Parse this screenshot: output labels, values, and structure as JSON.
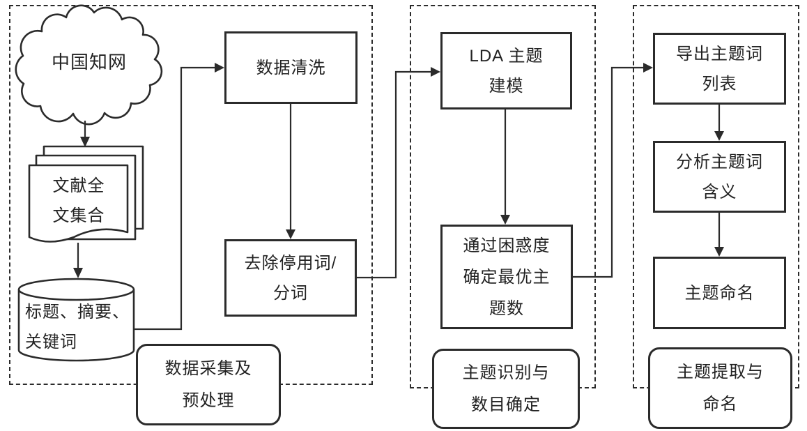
{
  "diagram": {
    "title_domain": "LDA topic modeling pipeline flowchart",
    "colors": {
      "stroke": "#2b2b2b",
      "background": "#ffffff"
    },
    "source_cloud": {
      "label": "中国知网"
    },
    "document_stack": {
      "lines": [
        "文献全",
        "文集合"
      ]
    },
    "database_cylinder": {
      "lines": [
        "标题、摘要、",
        "关键词"
      ]
    },
    "boxes": {
      "data_cleaning": {
        "lines": [
          "数据清洗"
        ]
      },
      "remove_stopwords": {
        "lines": [
          "去除停用词/",
          "分词"
        ]
      },
      "lda_modeling": {
        "lines": [
          "LDA 主题",
          "建模"
        ]
      },
      "perplexity": {
        "lines": [
          "通过困惑度",
          "确定最优主",
          "题数"
        ]
      },
      "export_topic_words": {
        "lines": [
          "导出主题词",
          "列表"
        ]
      },
      "analyze_topic_words": {
        "lines": [
          "分析主题词",
          "含义"
        ]
      },
      "topic_naming": {
        "lines": [
          "主题命名"
        ]
      }
    },
    "stages": {
      "stage1": {
        "lines": [
          "数据采集及",
          "预处理"
        ]
      },
      "stage2": {
        "lines": [
          "主题识别与",
          "数目确定"
        ]
      },
      "stage3": {
        "lines": [
          "主题提取与",
          "命名"
        ]
      }
    }
  }
}
